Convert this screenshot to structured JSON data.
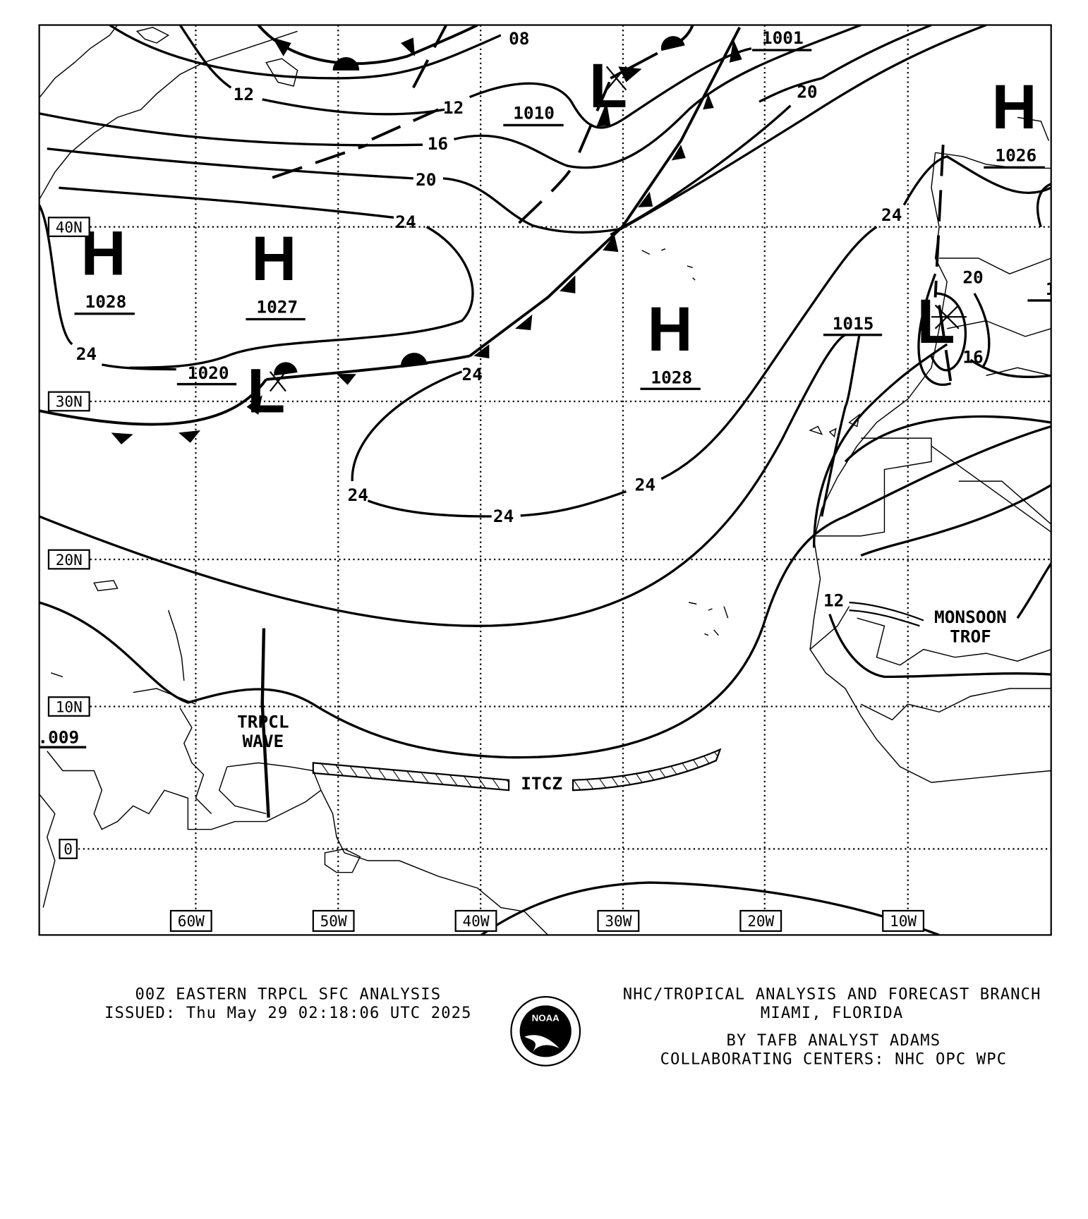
{
  "map": {
    "isobar_labels": [
      "08",
      "12",
      "12",
      "16",
      "20",
      "20",
      "24",
      "24",
      "24",
      "24",
      "24",
      "24",
      "24",
      "20",
      "16",
      "12"
    ],
    "pressure_centers": [
      {
        "type": "H",
        "value": "1028"
      },
      {
        "type": "H",
        "value": "1027"
      },
      {
        "type": "L",
        "value": "1020"
      },
      {
        "type": "L",
        "value": "1010"
      },
      {
        "type": "L",
        "value": "1001"
      },
      {
        "type": "H",
        "value": "1026"
      },
      {
        "type": "H",
        "value": "1028"
      },
      {
        "type": "L",
        "value": "1015"
      }
    ],
    "partial_labels": [
      ".009",
      "1"
    ],
    "features": {
      "tropical_wave": [
        "TRPCL",
        "WAVE"
      ],
      "itcz": "ITCZ",
      "monsoon_trough": [
        "MONSOON",
        "TROF"
      ]
    },
    "lat_labels": [
      "40N",
      "30N",
      "20N",
      "10N",
      "0"
    ],
    "lon_labels": [
      "60W",
      "50W",
      "40W",
      "30W",
      "20W",
      "10W"
    ]
  },
  "footer": {
    "title": "00Z EASTERN TRPCL SFC ANALYSIS",
    "issued": "ISSUED: Thu May 29 02:18:06 UTC 2025",
    "agency": "NHC/TROPICAL ANALYSIS AND FORECAST BRANCH",
    "location": "MIAMI,  FLORIDA",
    "analyst": "BY TAFB ANALYST  ADAMS",
    "collab": "COLLABORATING CENTERS: NHC OPC WPC",
    "logo_text": "NOAA"
  }
}
